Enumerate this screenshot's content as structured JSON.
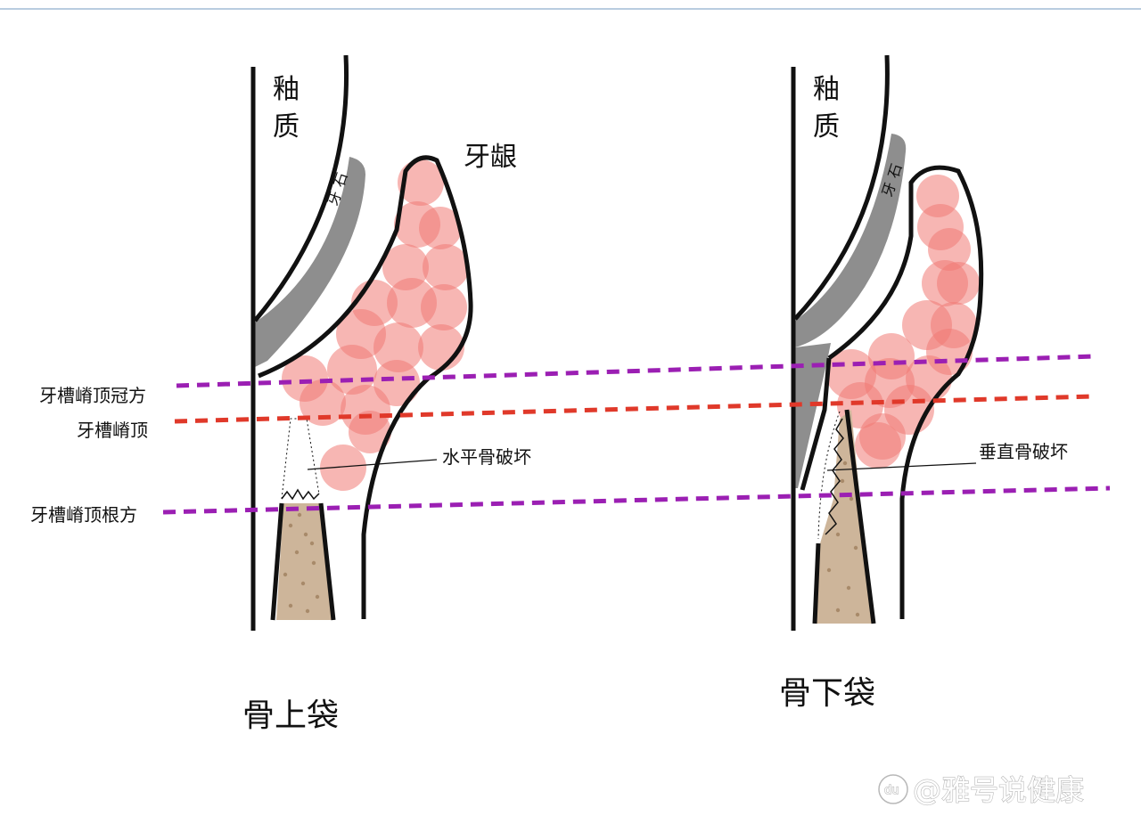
{
  "colors": {
    "tooth_outline": "#111111",
    "calculus": "#8e8e8e",
    "inflammation": "#f07a74",
    "bone": "#cdb59a",
    "bone_dots": "#a88a6a",
    "purple_line": "#9b1fb3",
    "red_line": "#e0392a",
    "top_rule": "#b9cde0"
  },
  "labels": {
    "left_crown": "釉质",
    "right_crown": "釉质",
    "left_calculus": "牙石",
    "right_calculus": "牙石",
    "gingiva": "牙龈",
    "crest_coronal": "牙槽嵴顶冠方",
    "crest": "牙槽嵴顶",
    "crest_apical": "牙槽嵴顶根方",
    "horizontal_destruction": "水平骨破坏",
    "vertical_destruction": "垂直骨破坏",
    "suprabony_pocket": "骨上袋",
    "infrabony_pocket": "骨下袋"
  },
  "watermark": {
    "platform_glyph": "du",
    "text": "@雅号说健康"
  }
}
